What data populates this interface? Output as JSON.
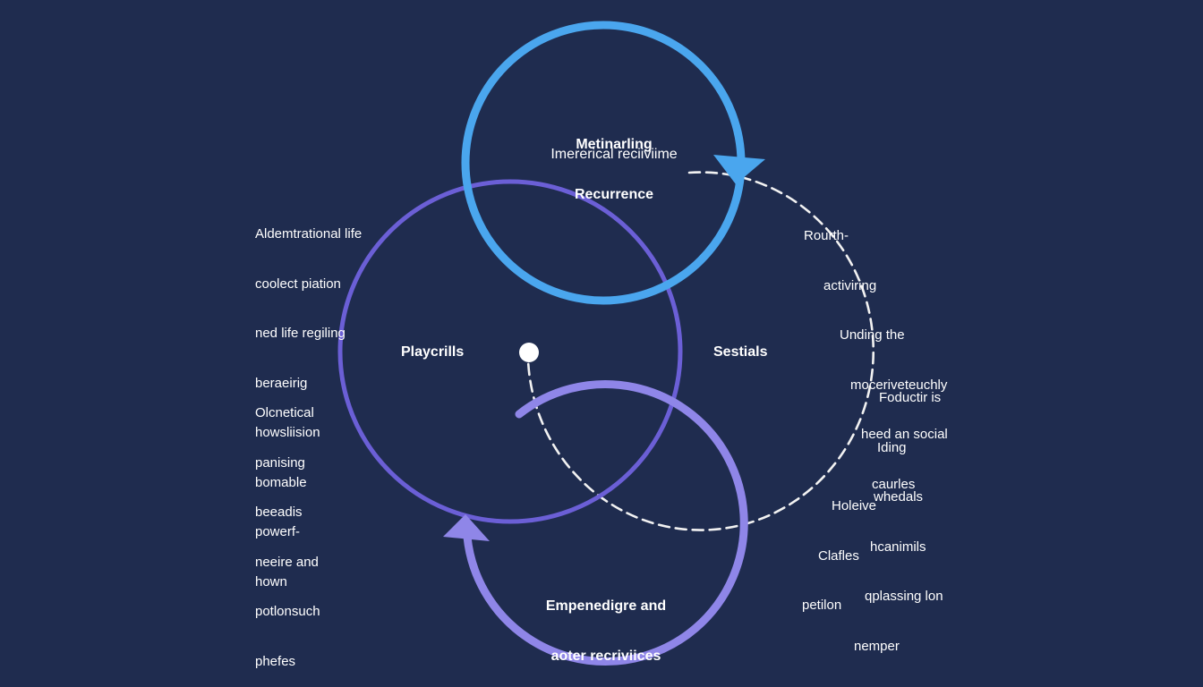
{
  "colors": {
    "background": "#1f2c4f",
    "top_circle": "#4aa6ee",
    "left_circle": "#6b5fd6",
    "bottom_circle": "#8f86e8",
    "dashed_arc": "#f2f2f2",
    "center_dot": "#ffffff",
    "text": "#ffffff"
  },
  "circles": {
    "top": {
      "title_line1": "Metinarling",
      "title_line2": "Recurrence",
      "subtitle": "Imererical reciiviime"
    },
    "left": {
      "label": "Playcrills"
    },
    "bottom": {
      "label_line1": "Empenedigre and",
      "label_line2": "aoter recriviices"
    }
  },
  "dashed_cycle": {
    "label": "Sestials"
  },
  "left_notes": {
    "upper": [
      "Aldemtrational life",
      "coolect piation",
      "ned life regiling",
      "beraeirig",
      "howsliision",
      "bomable",
      "powerf-",
      "hown"
    ],
    "lower": [
      "Olcnetical",
      "panising",
      "beeadis",
      "neeire and",
      "potlonsuch",
      "phefes"
    ]
  },
  "right_notes": {
    "group1": [
      "Rourth-",
      "activiring",
      "Unding the",
      "moceriveteuchly",
      "heed an social",
      "caurles"
    ],
    "group2": [
      "Foductir is",
      "Iding",
      "whedals",
      "hcanimils",
      "qplassing lon",
      "nemper"
    ],
    "group3": [
      "Holeive",
      "Clafles",
      "petilon"
    ]
  }
}
